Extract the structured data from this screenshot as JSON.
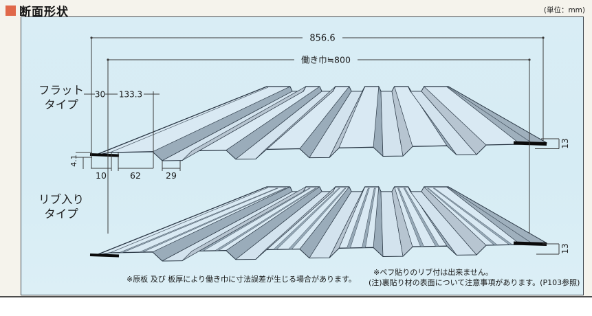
{
  "header": {
    "title": "断面形状",
    "unit": "(単位：mm)"
  },
  "types": {
    "flat_line1": "フラット",
    "flat_line2": "タイプ",
    "rib_line1": "リブ入り",
    "rib_line2": "タイプ"
  },
  "dims": {
    "overall": "856.6",
    "working": "働き巾≒800",
    "d30": "30",
    "d133": "133.3",
    "d41": "4.1",
    "d10": "10",
    "d62": "62",
    "d29": "29",
    "d13_flat": "13",
    "d13_rib": "13"
  },
  "notes": {
    "left": "※原板 及び 板厚により働き巾に寸法誤差が生じる場合があります。",
    "right1": "※ペフ貼りのリブ付は出来ません。",
    "right2": "(注)裏貼り材の表面について注意事項があります。(P103参照)"
  },
  "colors": {
    "accent": "#e0684a",
    "box_background": "#d8ecf4",
    "panel_face": "#d9e9f3",
    "panel_shade_dark": "#9aacba",
    "panel_shade_mid": "#b7c5d1",
    "panel_groove_floor": "#d3e3ee",
    "outline": "#263341"
  }
}
